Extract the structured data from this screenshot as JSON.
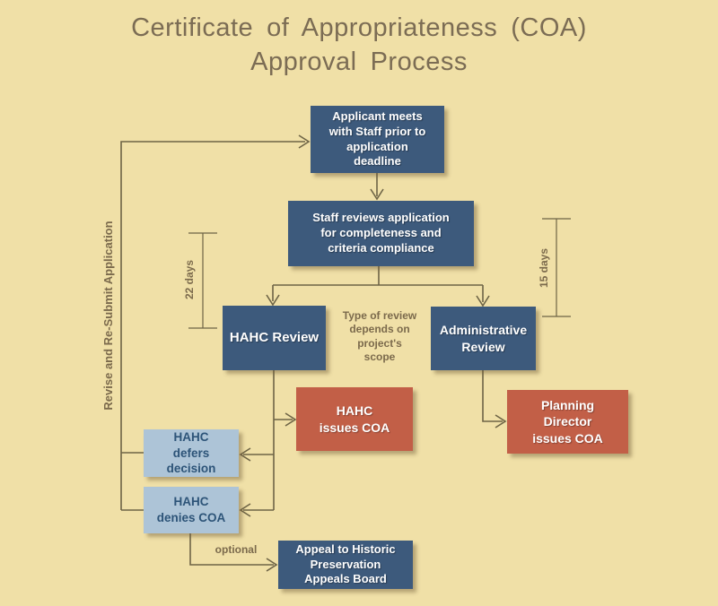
{
  "title": "Certificate of Appropriateness (COA)\nApproval Process",
  "colors": {
    "background": "#f0e0a7",
    "dark_blue": "#3d5a7c",
    "red": "#c25f47",
    "light_blue": "#adc4d7",
    "light_blue_text": "#2d5478",
    "line": "#6e6446",
    "title_text": "#7b6c54",
    "annotation_text": "#7b6a4c"
  },
  "nodes": {
    "applicant_meets": {
      "label": "Applicant meets\nwith Staff prior to\napplication\ndeadline",
      "type": "process"
    },
    "staff_reviews": {
      "label": "Staff reviews application\nfor completeness and\ncriteria compliance",
      "type": "process"
    },
    "hahc_review": {
      "label": "HAHC Review",
      "type": "process"
    },
    "administrative_review": {
      "label": "Administrative\nReview",
      "type": "process"
    },
    "hahc_issues_coa": {
      "label": "HAHC\nissues COA",
      "type": "outcome"
    },
    "planning_director_issues_coa": {
      "label": "Planning\nDirector\nissues COA",
      "type": "outcome"
    },
    "hahc_defers_decision": {
      "label": "HAHC\ndefers\ndecision",
      "type": "secondary"
    },
    "hahc_denies_coa": {
      "label": "HAHC\ndenies COA",
      "type": "secondary"
    },
    "appeal_board": {
      "label": "Appeal to Historic\nPreservation\nAppeals Board",
      "type": "process"
    }
  },
  "annotations": {
    "review_type_note": "Type of review\ndepends on\nproject's\nscope",
    "revise_resubmit": "Revise and Re-Submit Application",
    "days_22": "22 days",
    "days_15": "15 days",
    "optional": "optional"
  }
}
